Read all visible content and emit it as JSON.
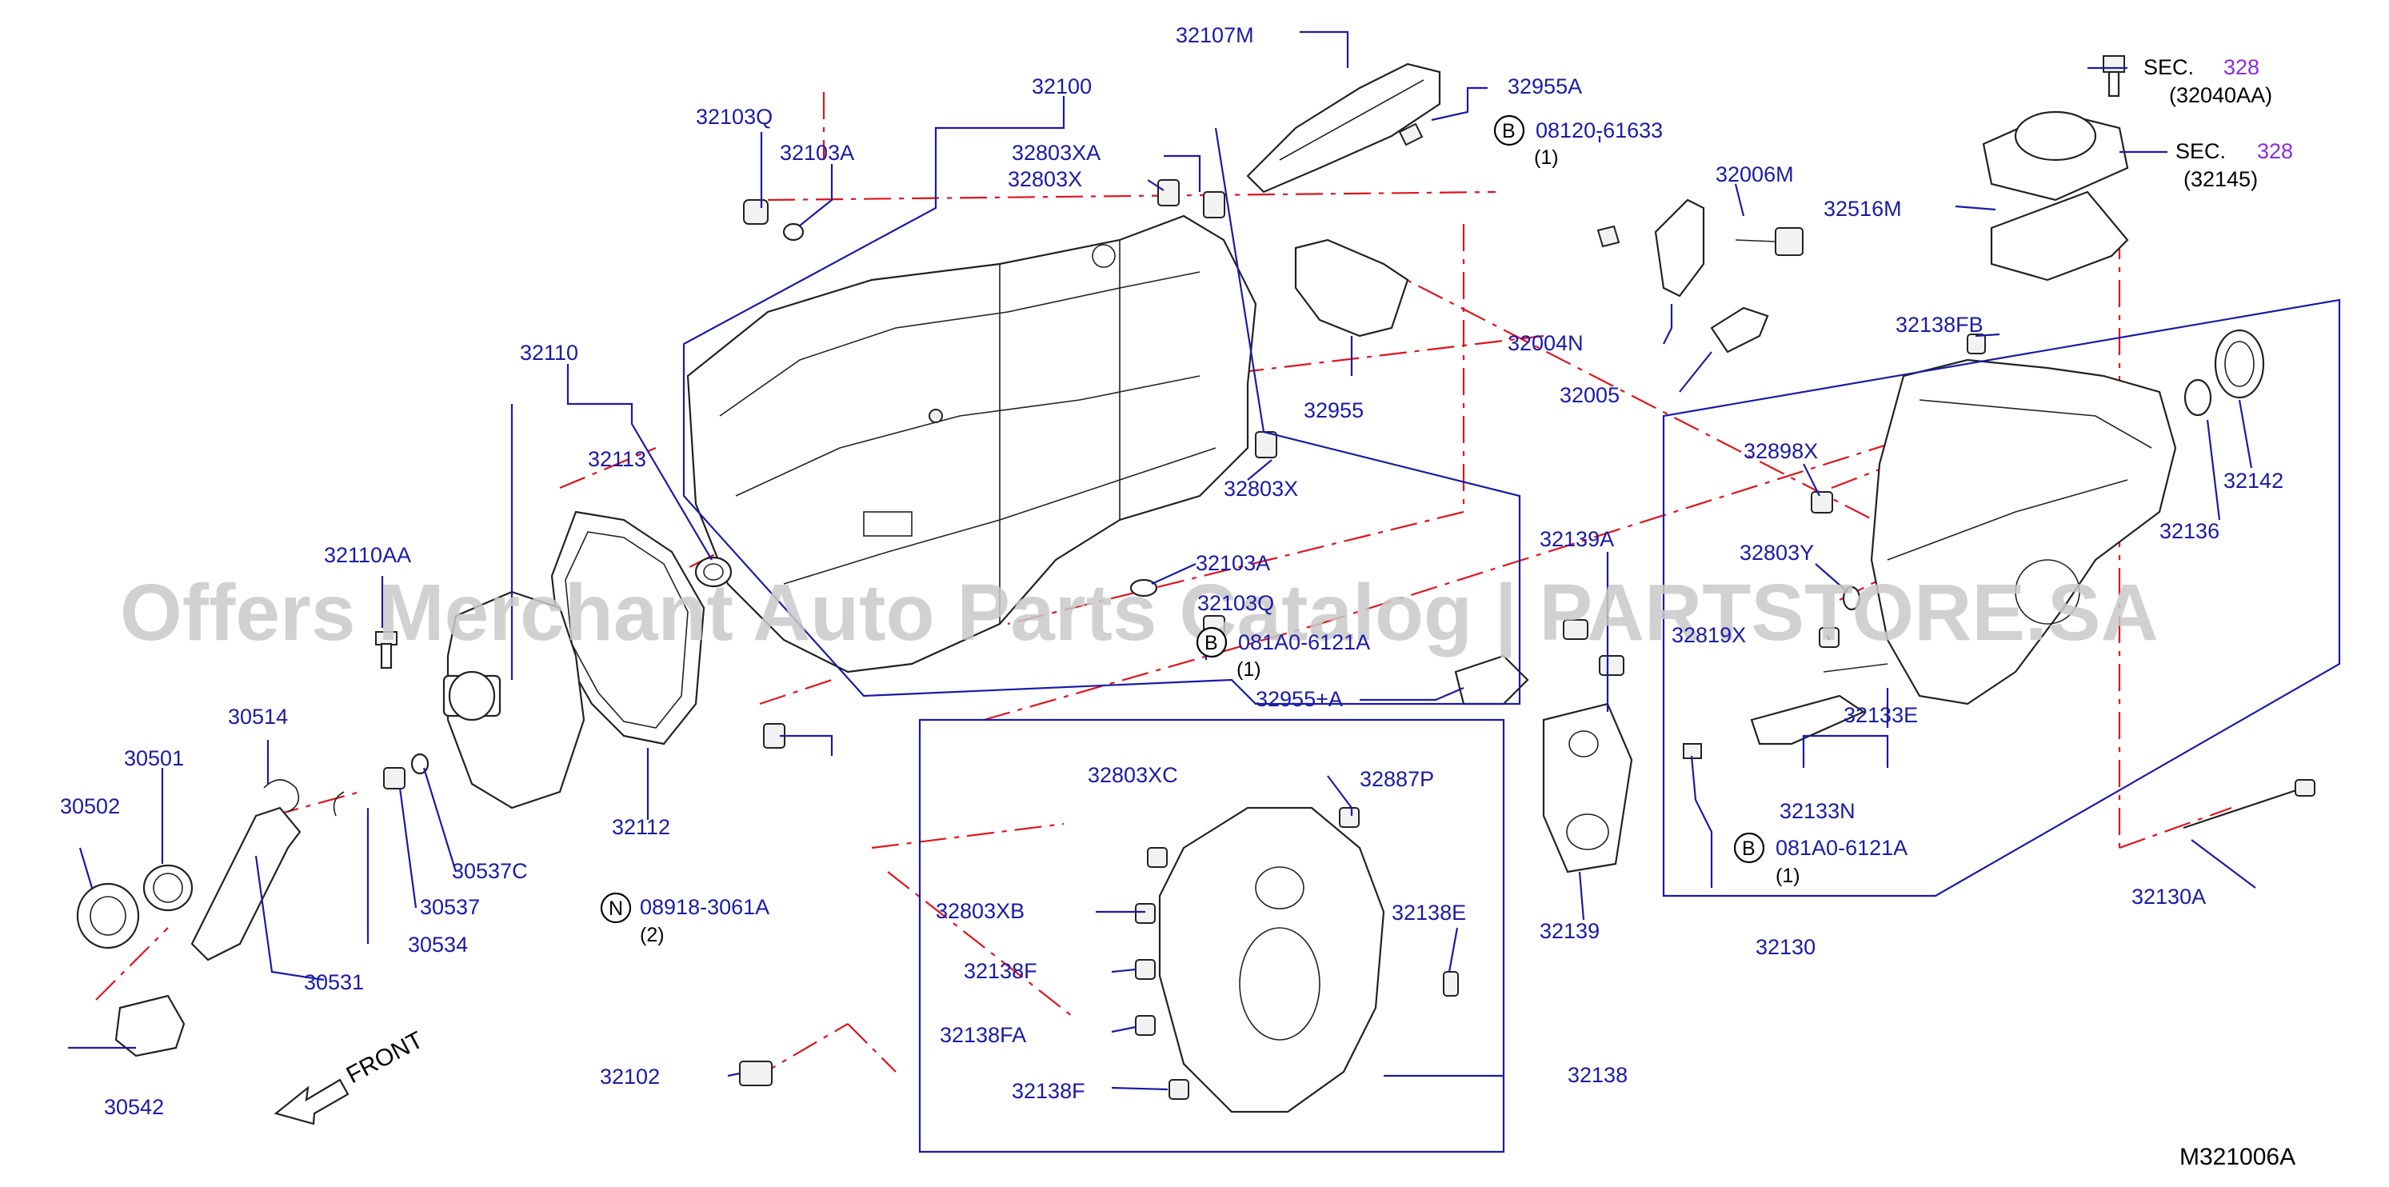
{
  "watermark": "Offers Merchant Auto Parts Catalog | PARTSTORE.SA",
  "diagram_code": "M321006A",
  "front_label": "FRONT",
  "sections": [
    {
      "prefix": "SEC.",
      "number": "328",
      "ref": "(32040AA)"
    },
    {
      "prefix": "SEC.",
      "number": "328",
      "ref": "(32145)"
    }
  ],
  "bolt_callouts": [
    {
      "badge": "B",
      "code": "08120-61633",
      "qty": "(1)"
    },
    {
      "badge": "B",
      "code": "081A0-6121A",
      "qty": "(1)"
    },
    {
      "badge": "B",
      "code": "081A0-6121A",
      "qty": "(1)"
    },
    {
      "badge": "N",
      "code": "08918-3061A",
      "qty": "(2)"
    }
  ],
  "parts": {
    "p32107M": "32107M",
    "p32955A": "32955A",
    "p32100": "32100",
    "p32103Q_top": "32103Q",
    "p32103A_top": "32103A",
    "p32803XA": "32803XA",
    "p32803X_top": "32803X",
    "p32006M": "32006M",
    "p32516M": "32516M",
    "p32004N": "32004N",
    "p32005": "32005",
    "p32955": "32955",
    "p32138FB": "32138FB",
    "p32110": "32110",
    "p32113": "32113",
    "p32803X_mid": "32803X",
    "p32898X": "32898X",
    "p32142": "32142",
    "p32136": "32136",
    "p32110AA": "32110AA",
    "p32103A_mid": "32103A",
    "p32103Q_mid": "32103Q",
    "p32139A": "32139A",
    "p32803Y": "32803Y",
    "p32819X": "32819X",
    "p30514": "30514",
    "p30501": "30501",
    "p30502": "30502",
    "p32955plusA": "32955+A",
    "p32133E": "32133E",
    "p32112": "32112",
    "p30537C": "30537C",
    "p30537": "30537",
    "p32133N": "32133N",
    "p32803XC": "32803XC",
    "p32887P": "32887P",
    "p30534": "30534",
    "p30531": "30531",
    "p32803XB": "32803XB",
    "p32138E": "32138E",
    "p32139": "32139",
    "p32130": "32130",
    "p32130A": "32130A",
    "p32138F_a": "32138F",
    "p32138FA": "32138FA",
    "p32138F_b": "32138F",
    "p32102": "32102",
    "p32138": "32138",
    "p30542": "30542"
  },
  "colors": {
    "part_number": "#1a1aa6",
    "centerline": "#e0141e",
    "section_number": "#8a2be2",
    "watermark": "#c9c9c9"
  }
}
